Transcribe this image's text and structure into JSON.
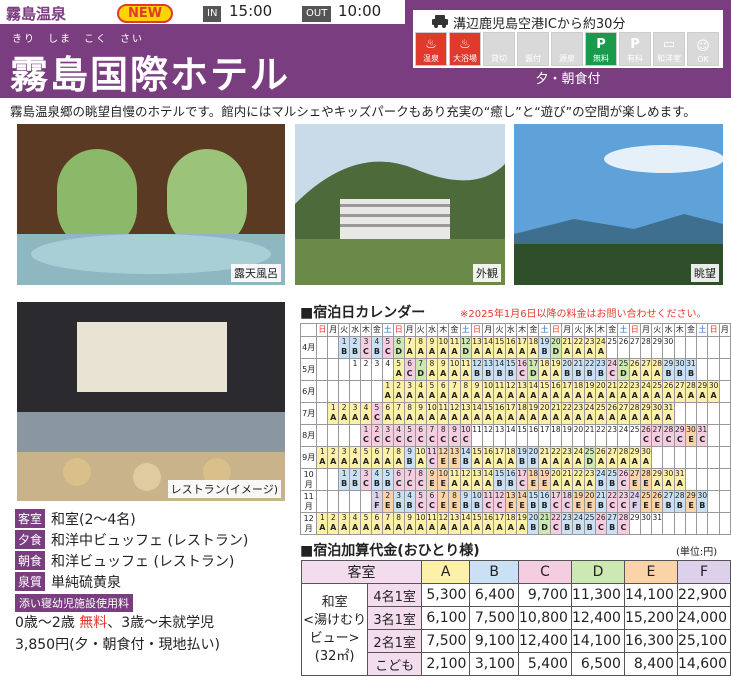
{
  "header": {
    "onsen_area": "霧島温泉",
    "new_badge": "NEW",
    "in_label": "IN",
    "in_time": "15:00",
    "out_label": "OUT",
    "out_time": "10:00",
    "ruby": "きり　しま　こく　さい",
    "hotel_name": "霧島国際ホテル"
  },
  "infobox": {
    "access": "溝辺鹿児島空港ICから約30分",
    "facilities": [
      {
        "icon": "hot-spring-icon",
        "label": "温泉",
        "state": "active-red"
      },
      {
        "icon": "large-bath-icon",
        "label": "大浴場",
        "state": "active-red"
      },
      {
        "icon": "private-bath-icon",
        "label": "貸切",
        "state": "inactive"
      },
      {
        "icon": "free-flow-icon",
        "label": "露付",
        "state": "inactive"
      },
      {
        "icon": "source-flow-icon",
        "label": "源泉",
        "state": "inactive"
      },
      {
        "icon": "parking-free-icon",
        "label": "無料",
        "state": "active-green"
      },
      {
        "icon": "parking-paid-icon",
        "label": "有料",
        "state": "inactive"
      },
      {
        "icon": "bed-icon",
        "label": "和洋室",
        "state": "inactive"
      },
      {
        "icon": "person-ok-icon",
        "label": "OK",
        "state": "inactive"
      }
    ],
    "meal_plan": "夕・朝食付"
  },
  "description": "霧島温泉郷の眺望自慢のホテルです。館内にはマルシェやキッズパークもあり充実の“癒し”と“遊び”の空間が楽しめます。",
  "photos": {
    "bath": "露天風呂",
    "exterior": "外観",
    "view": "眺望",
    "restaurant": "レストラン(イメージ)"
  },
  "info": {
    "room_tag": "客室",
    "room_val": "和室(2〜4名)",
    "dinner_tag": "夕食",
    "dinner_val": "和洋中ビュッフェ (レストラン)",
    "breakfast_tag": "朝食",
    "breakfast_val": "和洋ビュッフェ (レストラン)",
    "spring_tag": "泉質",
    "spring_val": "単純硫黄泉",
    "child_tag": "添い寝幼児施設使用料",
    "child_line1_a": "0歳〜2歳 ",
    "child_line1_free": "無料",
    "child_line1_b": "、3歳〜未就学児",
    "child_line2": "3,850円(夕・朝食付・現地払い)"
  },
  "calendar": {
    "title": "■宿泊日カレンダー",
    "note": "※2025年1月6日以降の料金はお問い合わせください。",
    "dow": [
      "日",
      "月",
      "火",
      "水",
      "木",
      "金",
      "土",
      "日",
      "月",
      "火",
      "水",
      "木",
      "金",
      "土",
      "日",
      "月",
      "火",
      "水",
      "木",
      "金",
      "土",
      "日",
      "月",
      "火",
      "水",
      "木",
      "金",
      "土",
      "日",
      "月",
      "火",
      "水",
      "木",
      "金",
      "土",
      "日",
      "月"
    ],
    "months": [
      {
        "label": "4月",
        "offset": 2,
        "days": 30,
        "rates": [
          "B",
          "B",
          "C",
          "B",
          "C",
          "D",
          "A",
          "A",
          "A",
          "A",
          "A",
          "D",
          "A",
          "A",
          "A",
          "A",
          "A",
          "A",
          "B",
          "D",
          "A",
          "A",
          "A",
          "A",
          "",
          "",
          "",
          "",
          "",
          ""
        ]
      },
      {
        "label": "5月",
        "offset": 3,
        "days": 31,
        "rates": [
          "",
          "",
          "",
          "",
          "A",
          "C",
          "D",
          "A",
          "A",
          "A",
          "A",
          "B",
          "B",
          "B",
          "B",
          "C",
          "D",
          "A",
          "A",
          "B",
          "B",
          "B",
          "B",
          "C",
          "D",
          "A",
          "A",
          "A",
          "B",
          "B",
          "B"
        ]
      },
      {
        "label": "6月",
        "offset": 6,
        "days": 30,
        "rates": [
          "A",
          "A",
          "A",
          "A",
          "A",
          "A",
          "A",
          "A",
          "A",
          "A",
          "A",
          "A",
          "A",
          "A",
          "A",
          "A",
          "A",
          "A",
          "A",
          "A",
          "A",
          "A",
          "A",
          "A",
          "A",
          "A",
          "A",
          "A",
          "A",
          "A"
        ]
      },
      {
        "label": "7月",
        "offset": 1,
        "days": 31,
        "rates": [
          "A",
          "A",
          "A",
          "A",
          "C",
          "A",
          "A",
          "A",
          "A",
          "A",
          "A",
          "A",
          "A",
          "A",
          "A",
          "A",
          "A",
          "A",
          "A",
          "A",
          "A",
          "A",
          "A",
          "A",
          "A",
          "A",
          "A",
          "A",
          "A",
          "A",
          "A"
        ]
      },
      {
        "label": "8月",
        "offset": 4,
        "days": 31,
        "rates": [
          "C",
          "C",
          "C",
          "C",
          "C",
          "C",
          "C",
          "C",
          "C",
          "C",
          "",
          "",
          "",
          "",
          "",
          "",
          "",
          "",
          "",
          "",
          "",
          "",
          "",
          "",
          "",
          "C",
          "C",
          "C",
          "C",
          "E",
          "C"
        ]
      },
      {
        "label": "9月",
        "offset": 0,
        "days": 30,
        "rates": [
          "A",
          "A",
          "A",
          "A",
          "A",
          "A",
          "A",
          "A",
          "B",
          "A",
          "C",
          "E",
          "E",
          "B",
          "A",
          "A",
          "A",
          "A",
          "B",
          "B",
          "A",
          "A",
          "A",
          "A",
          "D",
          "A",
          "A",
          "A",
          "A",
          "A"
        ]
      },
      {
        "label": "10月",
        "offset": 2,
        "days": 31,
        "rates": [
          "B",
          "B",
          "C",
          "B",
          "B",
          "C",
          "C",
          "C",
          "E",
          "E",
          "A",
          "A",
          "A",
          "A",
          "B",
          "B",
          "C",
          "E",
          "E",
          "A",
          "A",
          "A",
          "A",
          "B",
          "B",
          "C",
          "E",
          "E",
          "A",
          "A",
          "A"
        ]
      },
      {
        "label": "11月",
        "offset": 5,
        "days": 30,
        "rates": [
          "F",
          "E",
          "B",
          "B",
          "C",
          "C",
          "E",
          "E",
          "B",
          "B",
          "C",
          "C",
          "E",
          "E",
          "B",
          "B",
          "C",
          "C",
          "E",
          "E",
          "B",
          "C",
          "C",
          "F",
          "E",
          "E",
          "B",
          "B",
          "E",
          "B"
        ]
      },
      {
        "label": "12月",
        "offset": 0,
        "days": 31,
        "rates": [
          "A",
          "A",
          "A",
          "A",
          "A",
          "A",
          "A",
          "A",
          "A",
          "A",
          "A",
          "A",
          "A",
          "A",
          "A",
          "A",
          "A",
          "A",
          "A",
          "B",
          "D",
          "C",
          "B",
          "B",
          "B",
          "C",
          "B",
          "C",
          "",
          "",
          ""
        ]
      }
    ]
  },
  "price_table": {
    "title": "■宿泊加算代金(おひとり様)",
    "unit": "(単位:円)",
    "room_header": "客室",
    "rate_headers": [
      "A",
      "B",
      "C",
      "D",
      "E",
      "F"
    ],
    "room_name_lines": [
      "和室",
      "<湯けむり",
      "ビュー>",
      "(32㎡)"
    ],
    "rows": [
      {
        "label": "4名1室",
        "values": [
          "5,300",
          "6,400",
          "9,700",
          "11,300",
          "14,100",
          "22,900"
        ]
      },
      {
        "label": "3名1室",
        "values": [
          "6,100",
          "7,500",
          "10,800",
          "12,400",
          "15,200",
          "24,000"
        ]
      },
      {
        "label": "2名1室",
        "values": [
          "7,500",
          "9,100",
          "12,400",
          "14,100",
          "16,300",
          "25,100"
        ]
      },
      {
        "label": "こども",
        "values": [
          "2,100",
          "3,100",
          "5,400",
          "6,500",
          "8,400",
          "14,600"
        ]
      }
    ]
  },
  "colors": {
    "brand_purple": "#7a3d7f",
    "accent_red": "#e03a2c",
    "badge_yellow": "#ffd400"
  }
}
